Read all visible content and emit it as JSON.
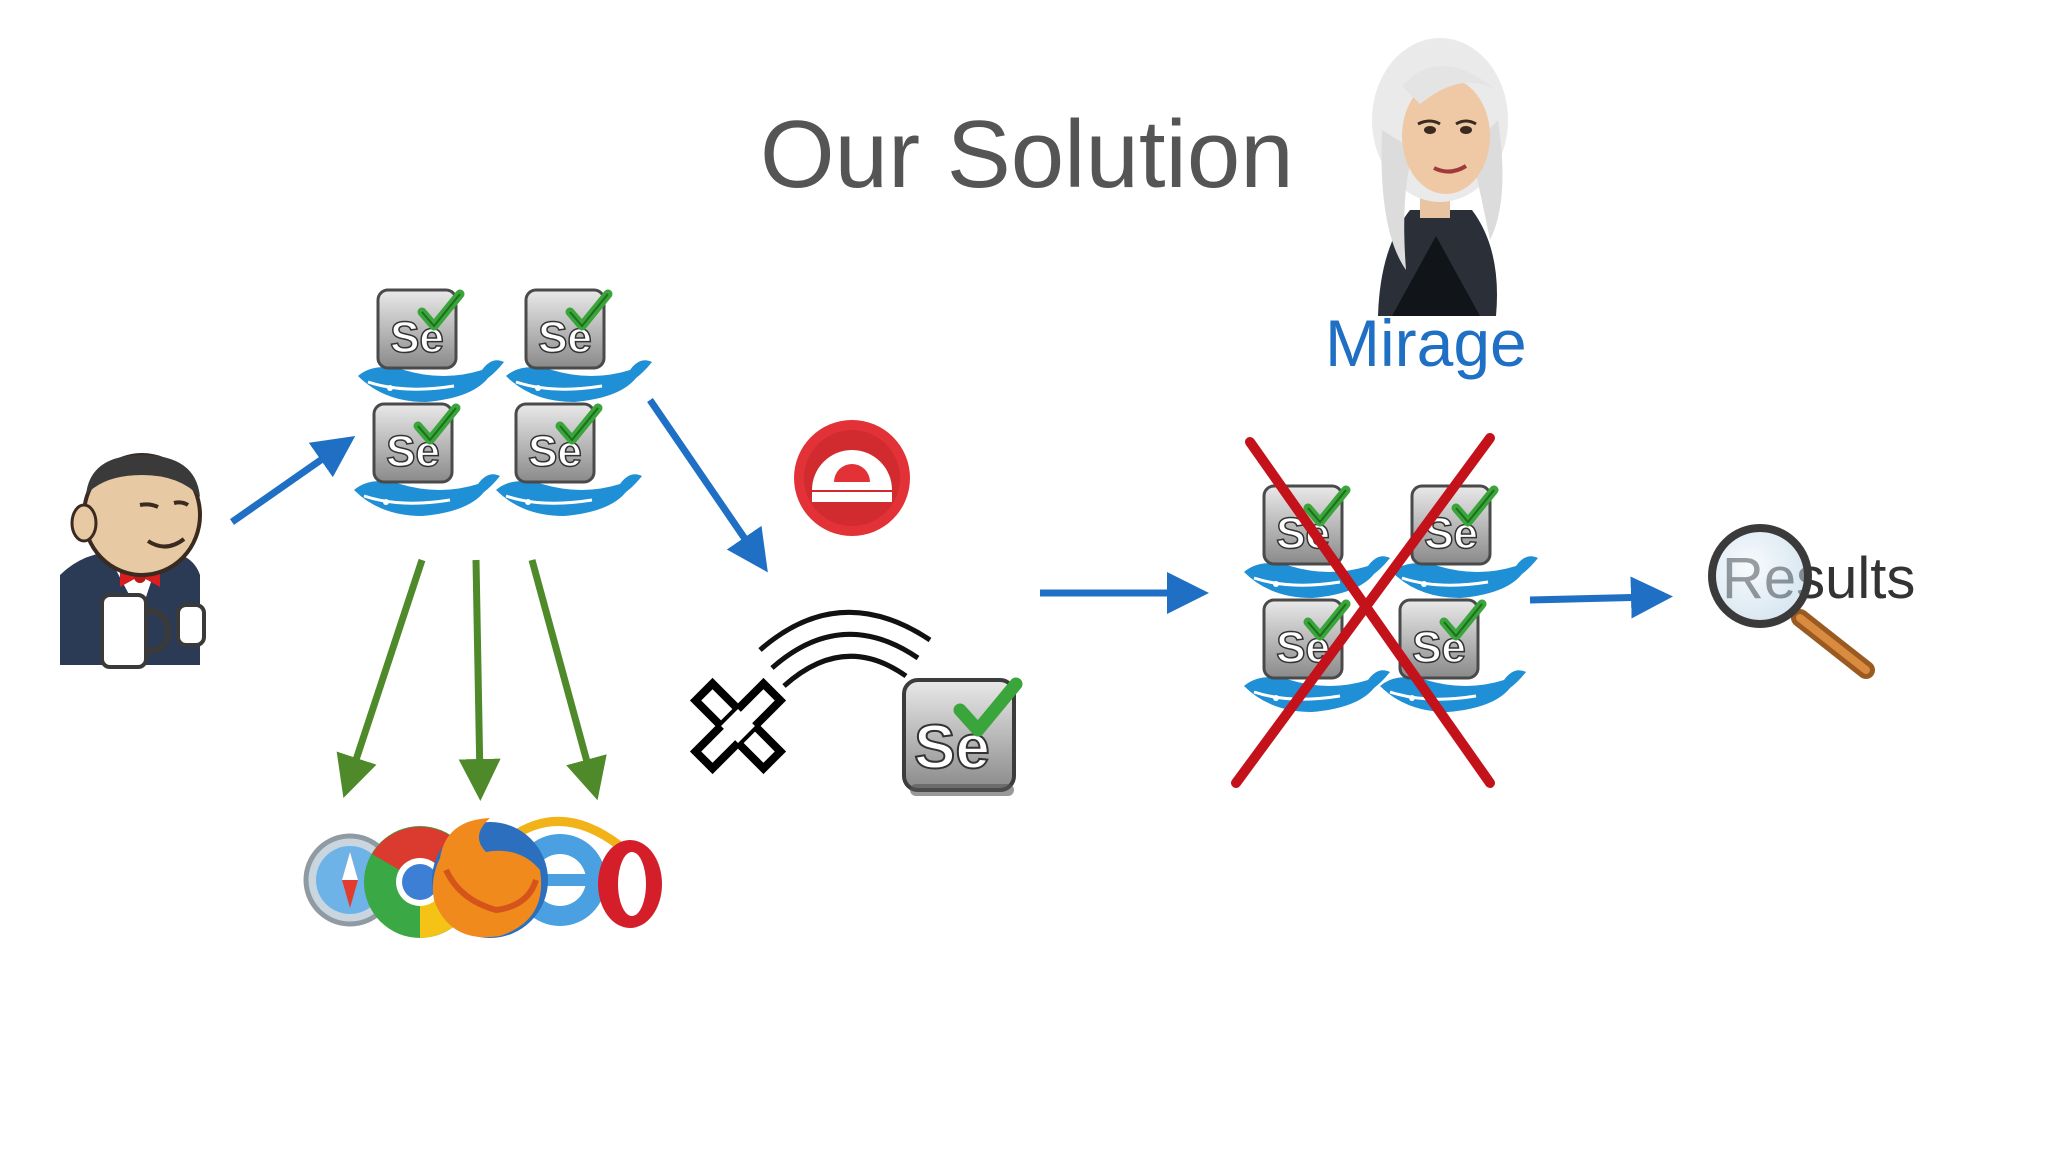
{
  "slide": {
    "title": "Our Solution",
    "mirage_label": "Mirage",
    "results_label": "Results",
    "selenium_badge_text": "Se"
  },
  "colors": {
    "title": "#555555",
    "blue_arrow": "#1f6fc4",
    "green_arrow": "#4f8a2a",
    "red_cross": "#c4121a",
    "check_green": "#3aa53a",
    "docker_blue": "#1f8fd6"
  },
  "icons": {
    "jenkins": "jenkins-butler-icon",
    "selenium_docker": "selenium-docker-icon",
    "selenium": "selenium-icon",
    "protractor": "protractor-icon",
    "browsers": "browsers-icon",
    "mirage_character": "mirage-character-icon",
    "magnifier": "magnifier-icon",
    "cross": "x-mark-icon"
  }
}
